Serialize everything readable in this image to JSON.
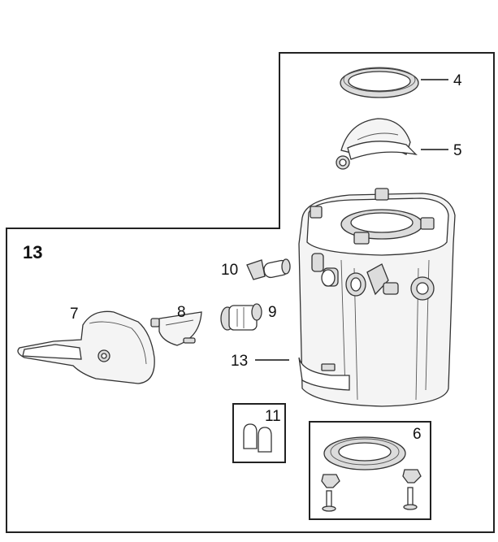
{
  "kit_label": "13",
  "parts": [
    {
      "id": "p4",
      "label": "4"
    },
    {
      "id": "p5",
      "label": "5"
    },
    {
      "id": "p6",
      "label": "6"
    },
    {
      "id": "p7",
      "label": "7"
    },
    {
      "id": "p8",
      "label": "8"
    },
    {
      "id": "p9",
      "label": "9"
    },
    {
      "id": "p10",
      "label": "10"
    },
    {
      "id": "p11",
      "label": "11"
    },
    {
      "id": "p13",
      "label": "13"
    }
  ]
}
